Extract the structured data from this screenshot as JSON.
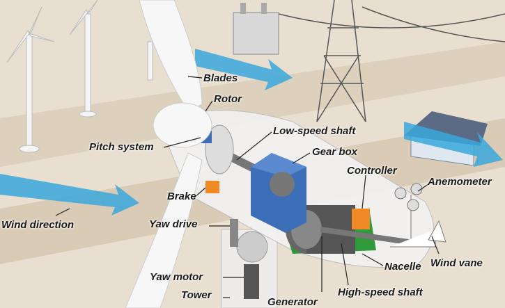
{
  "colors": {
    "background": "#e9dfd0",
    "wind_arrow": "#3aa8dc",
    "gearbox": "#3d6fb8",
    "generator_base": "#2f9a3a",
    "brake": "#f08a24",
    "controller": "#f08a24"
  },
  "labels": {
    "blades": "Blades",
    "rotor": "Rotor",
    "low_speed_shaft": "Low-speed shaft",
    "pitch_system": "Pitch system",
    "gear_box": "Gear box",
    "controller": "Controller",
    "anemometer": "Anemometer",
    "brake": "Brake",
    "wind_direction": "Wind direction",
    "yaw_drive": "Yaw drive",
    "yaw_motor": "Yaw motor",
    "tower": "Tower",
    "generator": "Generator",
    "high_speed_shaft": "High-speed shaft",
    "nacelle": "Nacelle",
    "wind_vane": "Wind vane"
  }
}
